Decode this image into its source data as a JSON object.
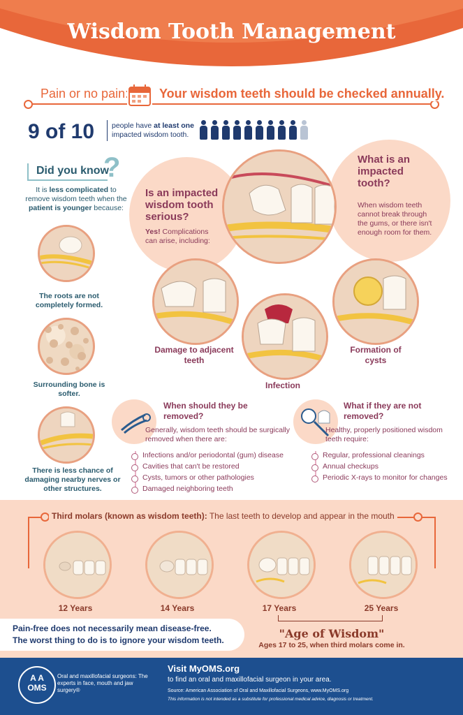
{
  "header": {
    "title": "Wisdom Tooth Management"
  },
  "banner": {
    "lead": "Pain or no pain:",
    "text": "Your wisdom teeth should be checked annually."
  },
  "stat": {
    "big": "9 of 10",
    "text_pre": "people have",
    "text_bold": "at least one",
    "text_post": "impacted wisdom tooth.",
    "filled": 9,
    "total": 10
  },
  "did_you_know": {
    "title": "Did you know",
    "intro_pre": "It is ",
    "intro_bold1": "less complicated",
    "intro_mid": " to remove wisdom teeth when the ",
    "intro_bold2": "patient is younger",
    "intro_post": " because:",
    "items": [
      "The roots are not completely formed.",
      "Surrounding bone is softer.",
      "There is less chance of damaging nearby nerves or other structures."
    ]
  },
  "serious": {
    "title": "Is an impacted wisdom tooth serious?",
    "yes": "Yes!",
    "text": "Complications can arise, including:"
  },
  "what_is": {
    "title": "What is an impacted tooth?",
    "text": "When wisdom teeth cannot break through the gums, or there isn't enough room for them."
  },
  "complications": [
    "Damage to adjacent teeth",
    "Infection",
    "Formation of cysts"
  ],
  "when_removed": {
    "title": "When should they be removed?",
    "intro": "Generally, wisdom teeth should be surgically removed when there are:",
    "items": [
      "Infections and/or periodontal (gum) disease",
      "Cavities that can't be restored",
      "Cysts, tumors or other pathologies",
      "Damaged neighboring teeth"
    ]
  },
  "not_removed": {
    "title": "What if they are not removed?",
    "intro": "Healthy, properly positioned wisdom teeth require:",
    "items": [
      "Regular, professional cleanings",
      "Annual checkups",
      "Periodic X-rays to monitor for changes"
    ]
  },
  "molars": {
    "lead": "Third molars (known as wisdom teeth):",
    "text": "The last teeth to develop and appear in the mouth",
    "ages": [
      "12 Years",
      "14 Years",
      "17 Years",
      "25 Years"
    ],
    "age_of_wisdom": "\"Age of Wisdom\"",
    "age_note": "Ages 17 to 25, when third molars come in."
  },
  "warning": {
    "line1": "Pain-free does not necessarily mean disease-free.",
    "line2": "The worst thing to do is to ignore your wisdom teeth."
  },
  "footer": {
    "logo_top": "A A",
    "logo_bottom": "OMS",
    "tagline": "Oral and maxillofacial surgeons: The experts in face, mouth and jaw surgery®",
    "visit": "Visit MyOMS.org",
    "visit_sub": "to find an oral and maxillofacial surgeon in your area.",
    "source": "Source: American Association of Oral and Maxillofacial Surgeons, www.MyOMS.org",
    "disclaimer": "This information is not intended as a substitute for professional medical advice, diagnosis or treatment."
  },
  "colors": {
    "orange": "#e8673a",
    "navy": "#1f3a6e",
    "peach": "#fbd9c7",
    "plum": "#8a3a5a",
    "footer": "#1d4f8f"
  }
}
